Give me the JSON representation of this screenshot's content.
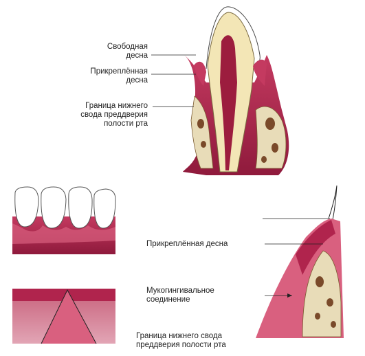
{
  "labels": {
    "free_gingiva": [
      "Свободная",
      "десна"
    ],
    "attached_gingiva_top": [
      "Прикреплённая",
      "десна"
    ],
    "vestibule_border_top": [
      "Граница нижнего",
      "свода преддверия",
      "полости рта"
    ],
    "attached_gingiva_right": "Прикреплённая десна",
    "mucogingival_junction": [
      "Мукогингивальное",
      "соединение"
    ],
    "vestibule_border_bottom": [
      "Граница нижнего свода",
      "преддверия полости рта"
    ]
  },
  "colors": {
    "gum": "#b0244d",
    "gum_light": "#d9607f",
    "enamel": "#f3e6b6",
    "bone": "#e8dcb8",
    "pulp": "#9c1d3e"
  }
}
